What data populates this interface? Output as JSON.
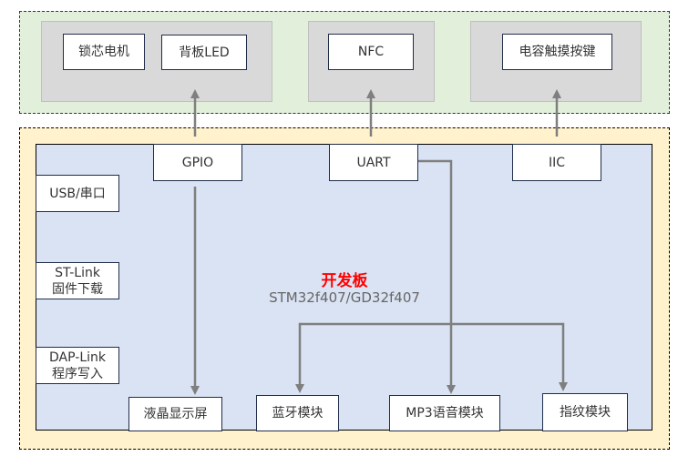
{
  "peripherals": {
    "group_lock_led": [
      "锁芯电机",
      "背板LED"
    ],
    "group_nfc": [
      "NFC"
    ],
    "group_touch": [
      "电容触摸按键"
    ]
  },
  "board": {
    "title": "开发板",
    "subtitle": "STM32f407/GD32f407",
    "interfaces_top": [
      "GPIO",
      "UART",
      "IIC"
    ],
    "interfaces_left": [
      "USB/串口",
      "ST-Link\n固件下载",
      "DAP-Link\n程序写入"
    ],
    "modules_bottom": [
      "液晶显示屏",
      "蓝牙模块",
      "MP3语音模块",
      "指纹模块"
    ]
  },
  "connections": [
    {
      "from": "GPIO",
      "to": "背板LED"
    },
    {
      "from": "UART",
      "to": "NFC"
    },
    {
      "from": "IIC",
      "to": "电容触摸按键"
    },
    {
      "from": "GPIO",
      "to": "液晶显示屏"
    },
    {
      "from": "UART",
      "to": "蓝牙模块"
    },
    {
      "from": "UART",
      "to": "MP3语音模块"
    },
    {
      "from": "UART",
      "to": "指纹模块"
    }
  ],
  "colors": {
    "peripheral_zone": "#e2efda",
    "board_zone": "#fff2cc",
    "board": "#dae3f3",
    "group": "#d9d9d9",
    "wire": "#7f7f7f",
    "title": "#ff0000"
  }
}
